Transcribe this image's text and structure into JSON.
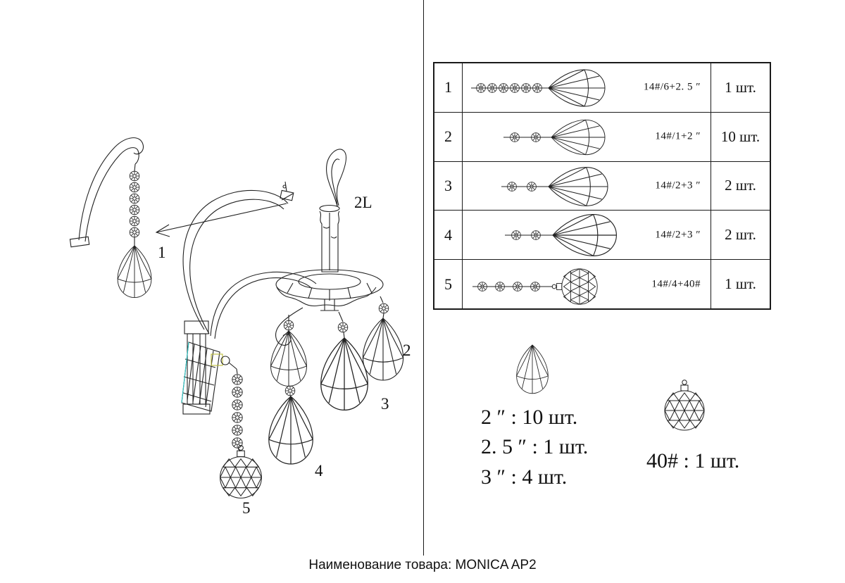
{
  "caption": "Наименование товара: MONICA AP2",
  "diagram": {
    "part_labels": {
      "p1": "1",
      "p2l": "2L",
      "p2": "2",
      "p3": "3",
      "p4": "4",
      "p5": "5"
    }
  },
  "table": {
    "rows": [
      {
        "num": "1",
        "code": "14#/6+2. 5 ″",
        "qty": "1 шт."
      },
      {
        "num": "2",
        "code": "14#/1+2 ″",
        "qty": "10 шт."
      },
      {
        "num": "3",
        "code": "14#/2+3 ″",
        "qty": "2 шт."
      },
      {
        "num": "4",
        "code": "14#/2+3 ″",
        "qty": "2 шт."
      },
      {
        "num": "5",
        "code": "14#/4+40#",
        "qty": "1 шт."
      }
    ]
  },
  "summary": {
    "lines": [
      "2 ″ : 10 шт.",
      "2. 5 ″ : 1 шт.",
      "3 ″ : 4 шт."
    ],
    "ball": "40# : 1 шт."
  }
}
